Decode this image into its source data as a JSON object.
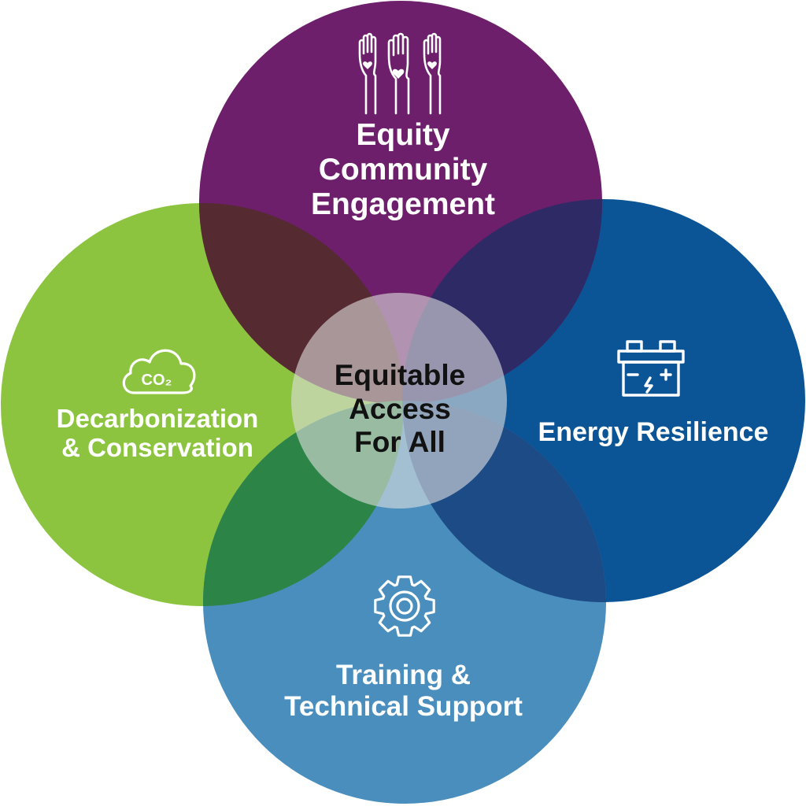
{
  "diagram": {
    "center": {
      "lines": [
        "Equitable",
        "Access",
        "For All"
      ],
      "color": "#e0e0e0"
    },
    "circles": {
      "top": {
        "lines": [
          "Equity",
          "Community",
          "Engagement"
        ],
        "color": "#6d1f6b",
        "icon": "raised-hands-heart-icon"
      },
      "left": {
        "lines": [
          "Decarbonization",
          "& Conservation"
        ],
        "color": "#8cc43f",
        "icon": "co2-cloud-icon",
        "icon_text": "CO₂"
      },
      "right": {
        "lines": [
          "Energy Resilience"
        ],
        "color": "#0b5597",
        "icon": "battery-icon"
      },
      "bottom": {
        "lines": [
          "Training &",
          "Technical Support"
        ],
        "color": "#4a8ebe",
        "icon": "gear-icon"
      }
    }
  }
}
